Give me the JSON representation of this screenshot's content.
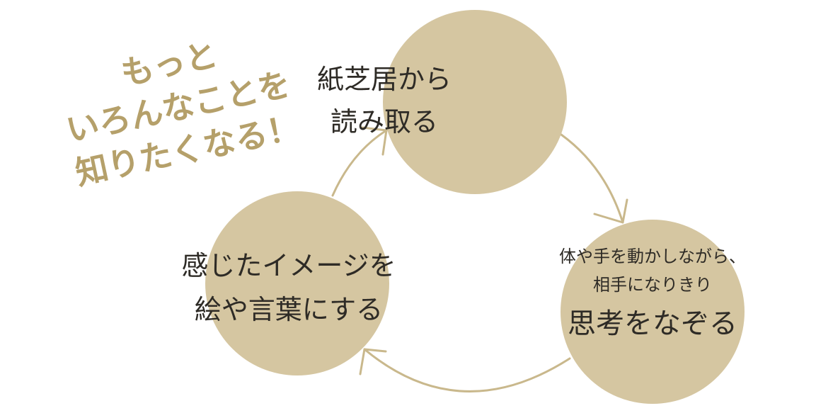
{
  "colors": {
    "circle_fill": "#d5c6a1",
    "arrow_stroke": "#c9b88c",
    "tagline": "#b5a06a",
    "text": "#2e2b26"
  },
  "tagline": {
    "line1": "もっと",
    "line2": "いろんなことを",
    "line3": "知りたくなる！"
  },
  "cycle": {
    "step1": {
      "line1": "紙芝居から",
      "line2": "読み取る"
    },
    "step2": {
      "sub1": "体や手を動かしながら、",
      "sub2": "相手になりきり",
      "main": "思考をなぞる"
    },
    "step3": {
      "line1": "感じたイメージを",
      "line2": "絵や言葉にする"
    }
  }
}
